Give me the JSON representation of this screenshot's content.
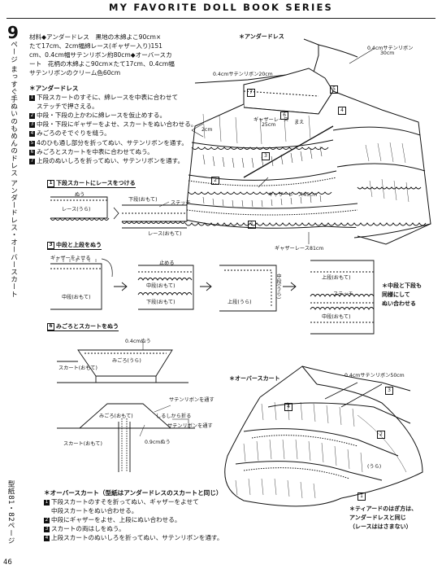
{
  "header": {
    "series_title": "MY FAVORITE DOLL BOOK SERIES"
  },
  "sidebar": {
    "page_number": "9",
    "title_vertical": "ページ まっすぐ手ぬいのもめんのドレス アンダードレス・オーバースカート",
    "bottom_vertical": "型紙81・82ページ",
    "folio": "46"
  },
  "materials": {
    "lines": [
      "材料◆アンダードレス　黒地の木綿よこ90cm×",
      "たて17cm、2cm幅綿レース(ギャザー入り)151",
      "cm、0.4cm幅サテンリボン約80cm◆オーバースカ",
      "ート　花柄の木綿よこ90cm×たて17cm、0.4cm幅",
      "サテンリボンのクリーム色60cm"
    ]
  },
  "underdress_steps": {
    "title": "＊アンダードレス",
    "steps": [
      {
        "n": "1",
        "text": "下段スカートのすそに、綿レースを中表に合わせて"
      },
      {
        "n": "",
        "text": "ステッチで押さえる。"
      },
      {
        "n": "2",
        "text": "中段・下段の上かわに綿レースを仮止めする。"
      },
      {
        "n": "3",
        "text": "中段・下段にギャザーをよせ、スカートをぬい合わせる。"
      },
      {
        "n": "4",
        "text": "みごろのそでぐりを縫う。"
      },
      {
        "n": "5",
        "text": "4のひも通し部分を折ってぬい、サテンリボンを通す。"
      },
      {
        "n": "6",
        "text": "みごろとスカートを中表に合わせてぬう。"
      },
      {
        "n": "7",
        "text": "上段のぬいしろを折ってぬい、サテンリボンを通す。"
      }
    ]
  },
  "diagram_main": {
    "title": "＊アンダードレス",
    "ribbon_top": "0.4cmサテンリボン",
    "ribbon_top_len": "30cm",
    "ribbon_left": "0.4cmサテンリボン20cm",
    "gather_lace": "ギャザーレース",
    "gather_lace_len": "25cm",
    "front": "まえ",
    "two_cm": "2cm",
    "lace_45": "ギャザーレース45cm",
    "lace_81": "ギャザーレース81cm",
    "marks": [
      "7",
      "6",
      "5",
      "4",
      "3",
      "2",
      "1"
    ]
  },
  "step1": {
    "heading": "下段スカートにレースをつける",
    "heading_num": "1",
    "nuu": "ぬう",
    "lace_back": "レース(うら)",
    "skirt_front": "下段(おもて)",
    "stitch": "ステッチ",
    "lace_front": "レース(おもて)"
  },
  "step3": {
    "heading": "中段と上段をぬう",
    "heading_num": "3",
    "gather_pull": "ギャザーをよせる",
    "tome": "止める",
    "mid_front": "中段(おもて)",
    "bottom_front": "下段(おもて)",
    "mid_front2": "中段(おもて)",
    "top_back": "上段(うら)",
    "mid_back": "中段(うら)",
    "top_front": "上段(おもて)",
    "stitch": "ステッチ",
    "mid_front3": "中段(おもて)",
    "note": [
      "＊中段と下段も",
      "同様にして",
      "ぬい合わせる"
    ]
  },
  "step6": {
    "heading": "みごろとスカートをぬう",
    "heading_num": "6",
    "seam": "0.4cmぬう",
    "bodice_back": "みごろ(うら)",
    "skirt_front": "スカート(おもて)",
    "bodice_front": "みごろ(おもて)",
    "ribbon_pass": "サテンリボンを通す",
    "shirushi": "しるしから折る",
    "ribbon_pass2": "サテンリボンを通す",
    "skirt_front2": "スカート(おもて)",
    "nine": "0.9cmぬう"
  },
  "overskirt_steps": {
    "title": "＊オーバースカート（型紙はアンダードレスのスカートと同じ）",
    "steps": [
      {
        "n": "1",
        "text": "下段スカートのすそを折ってぬい、ギャザーをよせて"
      },
      {
        "n": "",
        "text": "中段スカートをぬい合わせる。"
      },
      {
        "n": "2",
        "text": "中段にギャザーをよせ、上段にぬい合わせる。"
      },
      {
        "n": "3",
        "text": "スカートの両はしをぬう。"
      },
      {
        "n": "4",
        "text": "上段スカートのぬいしろを折ってぬい、サテンリボンを通す。"
      }
    ]
  },
  "diagram_over": {
    "title": "＊オーバースカート",
    "ribbon": "0.4cmサテンリボン50cm",
    "back": "(うら)",
    "marks": [
      "4",
      "3",
      "2",
      "1"
    ]
  },
  "tiered_note": {
    "lines": [
      "＊ティアードのはぎ方は、",
      "アンダードレスと同じ",
      "（レースははさまない）"
    ]
  }
}
